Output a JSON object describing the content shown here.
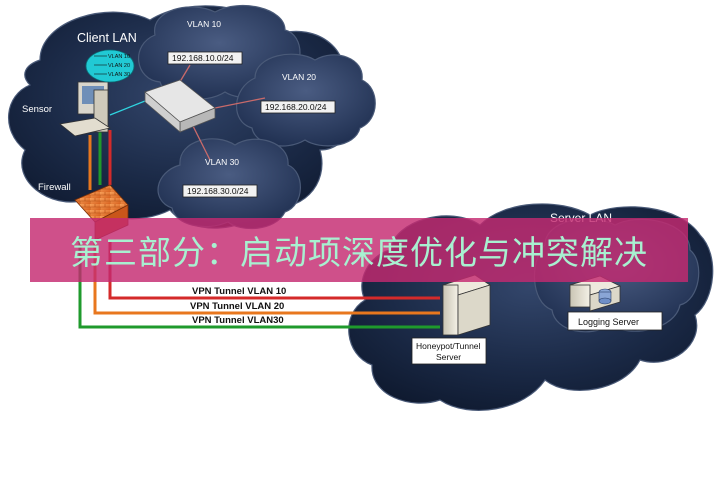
{
  "banner": {
    "text": "第三部分：启动项深度优化与冲突解决"
  },
  "client_lan": {
    "label": "Client LAN"
  },
  "vlans": [
    {
      "name": "VLAN 10",
      "subnet": "192.168.10.0/24"
    },
    {
      "name": "VLAN 20",
      "subnet": "192.168.20.0/24"
    },
    {
      "name": "VLAN 30",
      "subnet": "192.168.30.0/24"
    }
  ],
  "sensor": {
    "label": "Sensor",
    "vlan_list": [
      "VLAN 10",
      "VLAN 20",
      "VLAN 30"
    ]
  },
  "firewall": {
    "label": "Firewall"
  },
  "server_lan": {
    "label": "Server LAN"
  },
  "tunnels": [
    {
      "label": "VPN Tunnel  VLAN 10",
      "color": "#d42a2a"
    },
    {
      "label": "VPN Tunnel VLAN 20",
      "color": "#e8771e"
    },
    {
      "label": "VPN Tunnel VLAN30",
      "color": "#1f9a2c"
    }
  ],
  "honeypot": {
    "line1": "Honeypot/Tunnel",
    "line2": "Server"
  },
  "logging": {
    "label": "Logging Server"
  },
  "colors": {
    "cloud_dark": "#16243f",
    "cloud_light": "#5b6d92",
    "banner": "#c42a70",
    "banner_text": "#a8f0d0"
  }
}
